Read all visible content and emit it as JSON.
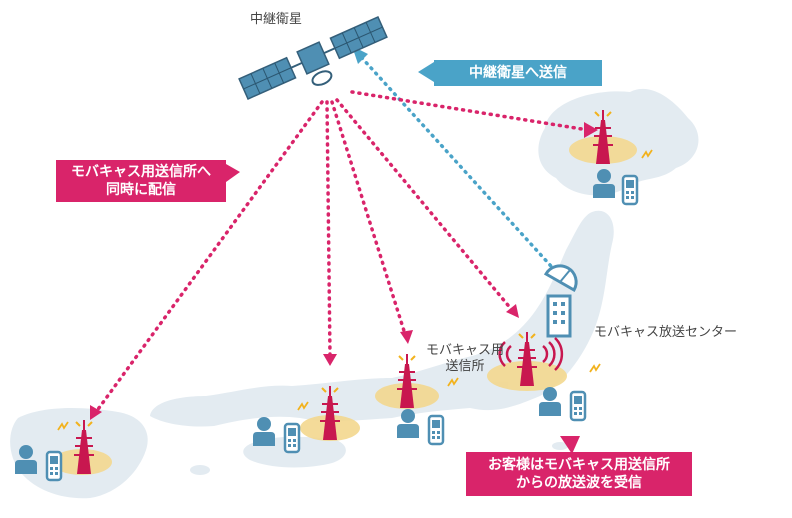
{
  "labels": {
    "satellite": "中継衛星",
    "broadcast_center": "モバキャス放送センター",
    "transmitter_line1": "モバキャス用",
    "transmitter_line2": "送信所"
  },
  "callouts": {
    "uplink": "中継衛星へ送信",
    "simulcast_line1": "モバキャス用送信所へ",
    "simulcast_line2": "同時に配信",
    "receive_line1": "お客様はモバキャス用送信所",
    "receive_line2": "からの放送波を受信"
  },
  "colors": {
    "accent_pink": "#d9246a",
    "accent_blue": "#4aa3c8",
    "map_fill": "#e3ebf1",
    "coverage": "#f3d88f",
    "tower": "#c8174f",
    "person": "#4f8fb3",
    "phone": "#4f8fb3"
  },
  "icons": [
    "satellite-icon",
    "tower-icon",
    "person-icon",
    "phone-icon",
    "dish-icon",
    "building-icon"
  ]
}
